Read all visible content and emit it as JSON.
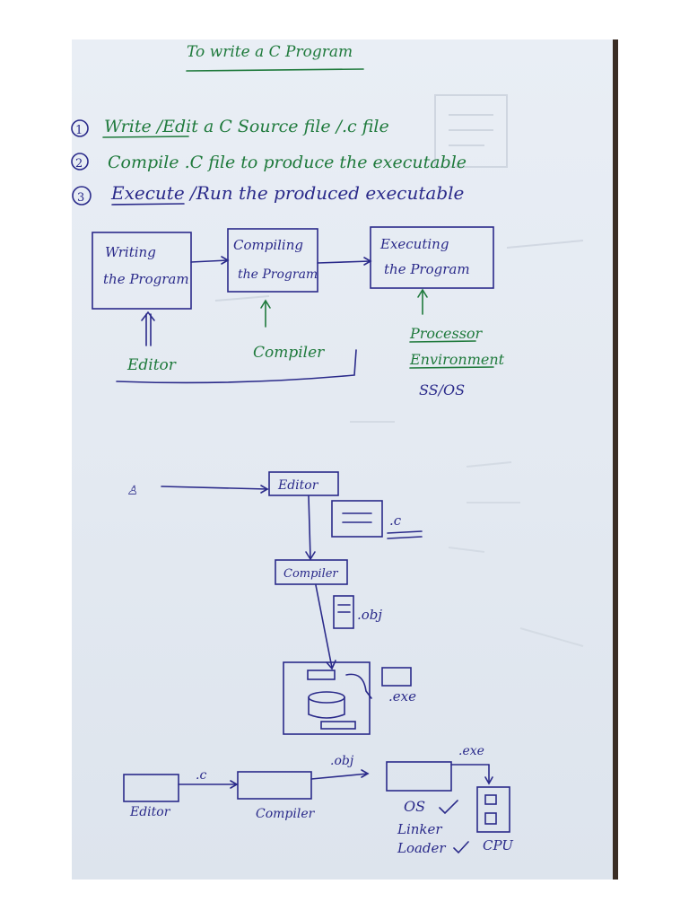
{
  "title": "To write a C Program",
  "steps": [
    {
      "num": "1",
      "text": "Write /Edit a C Source file /.c file"
    },
    {
      "num": "2",
      "text": "Compile .C file to produce the executable"
    },
    {
      "num": "3",
      "text": "Execute /Run the produced executable"
    }
  ],
  "flow": {
    "box1": [
      "Writing",
      "the Program"
    ],
    "box2": [
      "Compiling",
      "the Program"
    ],
    "box3": [
      "Executing",
      "the Program"
    ],
    "tool1": "Editor",
    "tool2": "Compiler",
    "tool3": [
      "Processor",
      "Environment",
      "SS/OS"
    ]
  },
  "diagram2": {
    "editor": "Editor",
    "c_ext": ".c",
    "compiler": "Compiler",
    "obj_ext": ".obj",
    "exe_ext": ".exe"
  },
  "bottom": {
    "editor": "Editor",
    "c_ext": ".c",
    "compiler": "Compiler",
    "obj_ext": ".obj",
    "exe_ext": ".exe",
    "list": [
      "OS",
      "Linker",
      "Loader"
    ],
    "cpu": "CPU"
  },
  "colors": {
    "green_ink": "#1f7a3c",
    "blue_ink": "#2a2a8a",
    "paper": "#e6ecf3"
  }
}
